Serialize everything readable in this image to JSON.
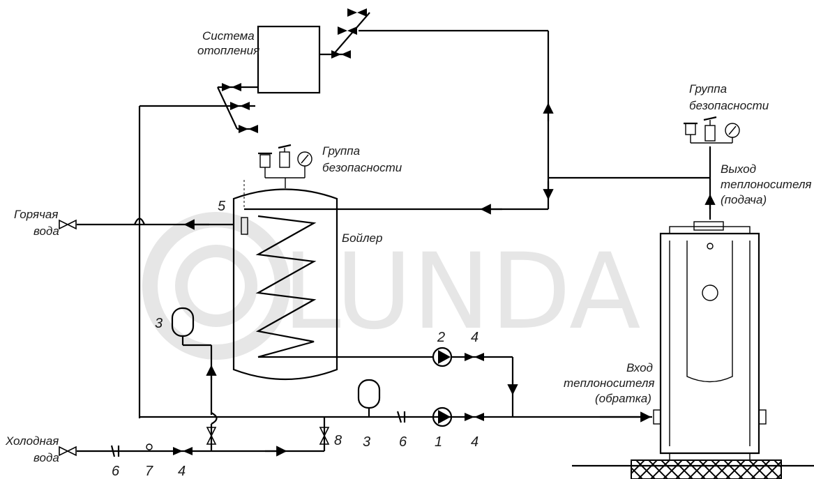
{
  "watermark": "LUNDA",
  "labels": {
    "heating_line1": "Система",
    "heating_line2": "отопления",
    "safety1_line1": "Группа",
    "safety1_line2": "безопасности",
    "safety2_line1": "Группа",
    "safety2_line2": "безопасности",
    "boiler": "Бойлер",
    "hot_line1": "Горячая",
    "hot_line2": "вода",
    "cold_line1": "Холодная",
    "cold_line2": "вода",
    "outlet_line1": "Выход",
    "outlet_line2": "теплоносителя",
    "outlet_line3": "(подача)",
    "inlet_line1": "Вход",
    "inlet_line2": "теплоносителя",
    "inlet_line3": "(обратка)"
  },
  "numbers": {
    "n5": "5",
    "n3a": "3",
    "n2": "2",
    "n4a": "4",
    "n4b": "4",
    "n8": "8",
    "n3b": "3",
    "n6a": "6",
    "n1": "1",
    "n6b": "6",
    "n7": "7",
    "n4c": "4"
  }
}
